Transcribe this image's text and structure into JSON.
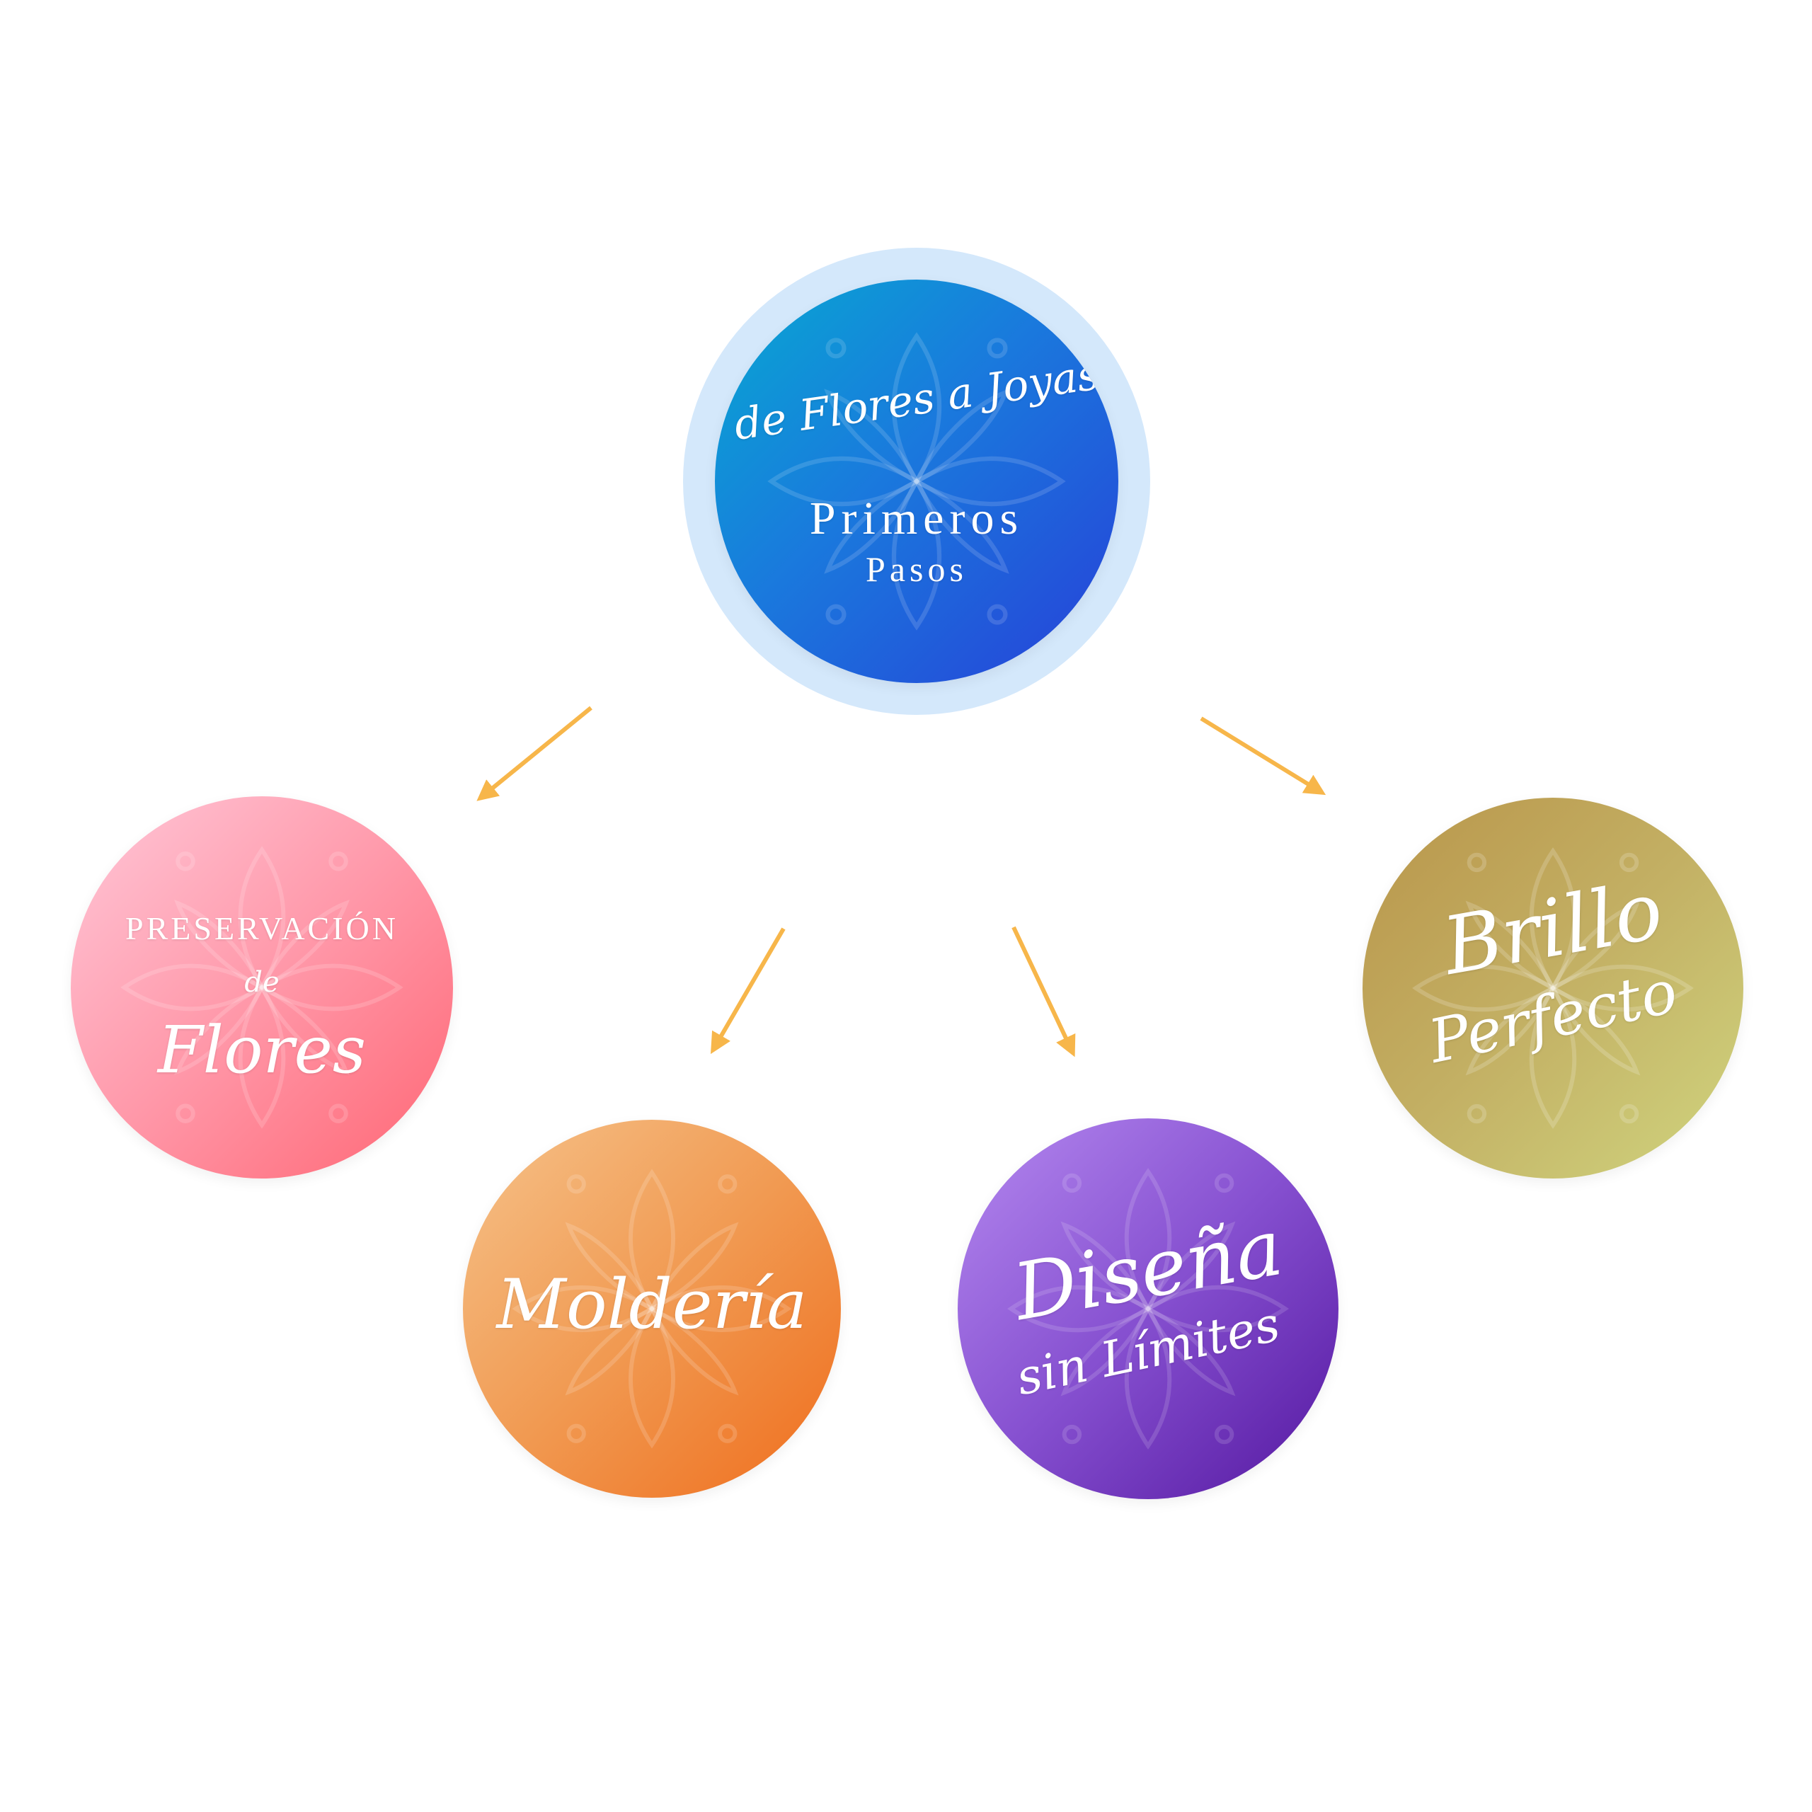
{
  "center": {
    "line1": "de Flores a Joyas",
    "line2": "Primeros",
    "line3": "Pasos"
  },
  "preservacion": {
    "line1": "PRESERVACIÓN",
    "line2": "de",
    "line3": "Flores"
  },
  "molderia": {
    "line1": "Moldería"
  },
  "disena": {
    "line1": "Diseña",
    "line2": "sin Límites"
  },
  "brillo": {
    "line1": "Brillo",
    "line2": "Perfecto"
  },
  "colors": {
    "arrow": "#f7b64a",
    "halo": "#d4e8fb",
    "center": "#1a79dd",
    "preservacion": "#ff8a9b",
    "molderia": "#f19a52",
    "disena": "#8650d0",
    "brillo": "#c3b064"
  }
}
